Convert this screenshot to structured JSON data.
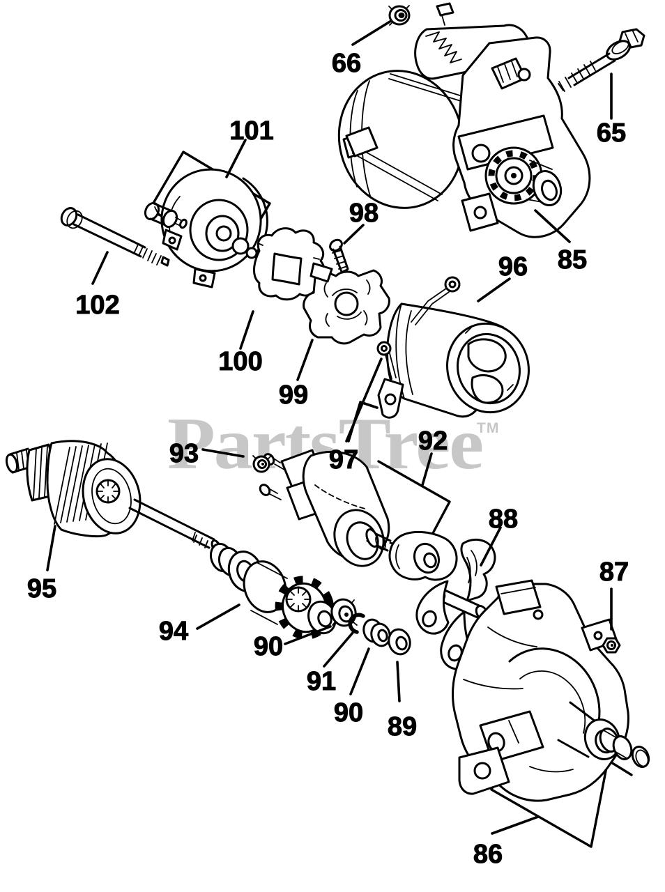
{
  "watermark": {
    "text": "PartsTree",
    "tm_mark": "TM",
    "color": "#c7c7c7"
  },
  "colors": {
    "line": "#000000",
    "background": "#ffffff"
  },
  "callouts": {
    "c65": "65",
    "c66": "66",
    "c85": "85",
    "c86": "86",
    "c87": "87",
    "c88": "88",
    "c89": "89",
    "c90a": "90",
    "c90b": "90",
    "c91": "91",
    "c92": "92",
    "c93": "93",
    "c94": "94",
    "c95": "95",
    "c96": "96",
    "c97": "97",
    "c98": "98",
    "c99": "99",
    "c100": "100",
    "c101": "101",
    "c102": "102"
  }
}
